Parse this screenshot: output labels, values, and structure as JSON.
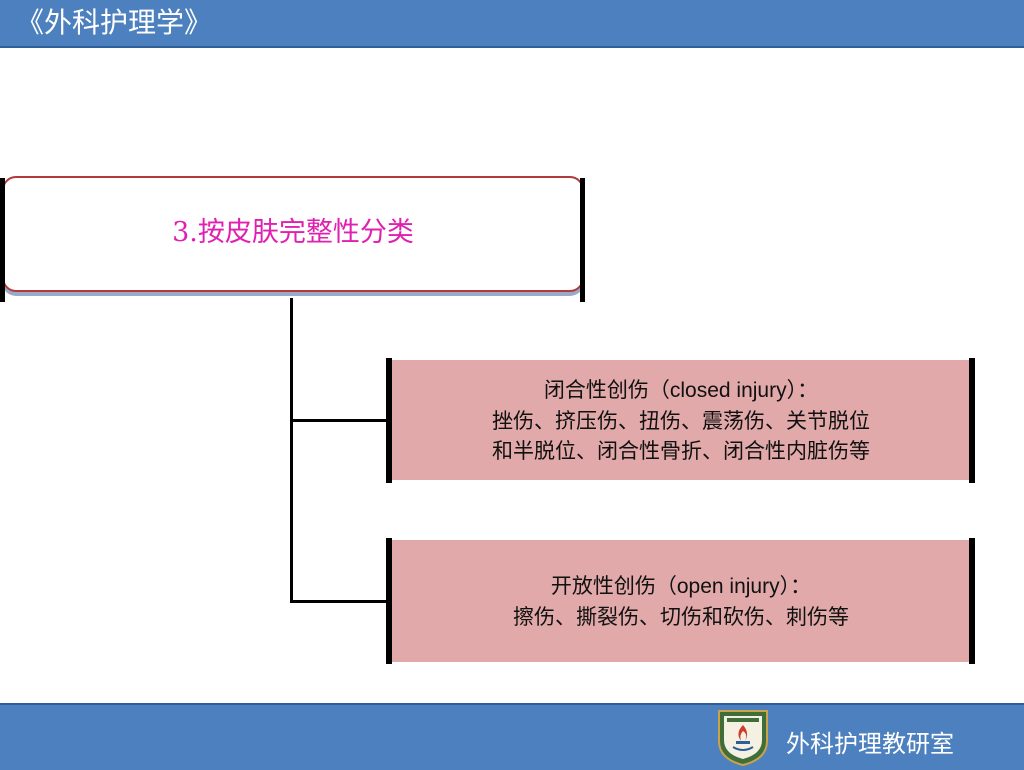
{
  "header": {
    "title": "《外科护理学》"
  },
  "footer": {
    "label": "外科护理教研室"
  },
  "diagram": {
    "root": {
      "label": "3.按皮肤完整性分类"
    },
    "branches": [
      {
        "head_cn": "闭合性创伤（",
        "head_en": "closed injury",
        "head_end": "）：",
        "lines": [
          "挫伤、挤压伤、扭伤、震荡伤、关节脱位",
          "和半脱位、闭合性骨折、闭合性内脏伤等"
        ]
      },
      {
        "head_cn": "开放性创伤（",
        "head_en": "open injury",
        "head_end": "）：",
        "lines": [
          "擦伤、撕裂伤、切伤和砍伤、刺伤等"
        ]
      }
    ]
  },
  "colors": {
    "bar": "#4d80be",
    "root_text": "#e020b0",
    "root_border": "#b33a3a",
    "branch_fill": "#e1a9a9"
  }
}
